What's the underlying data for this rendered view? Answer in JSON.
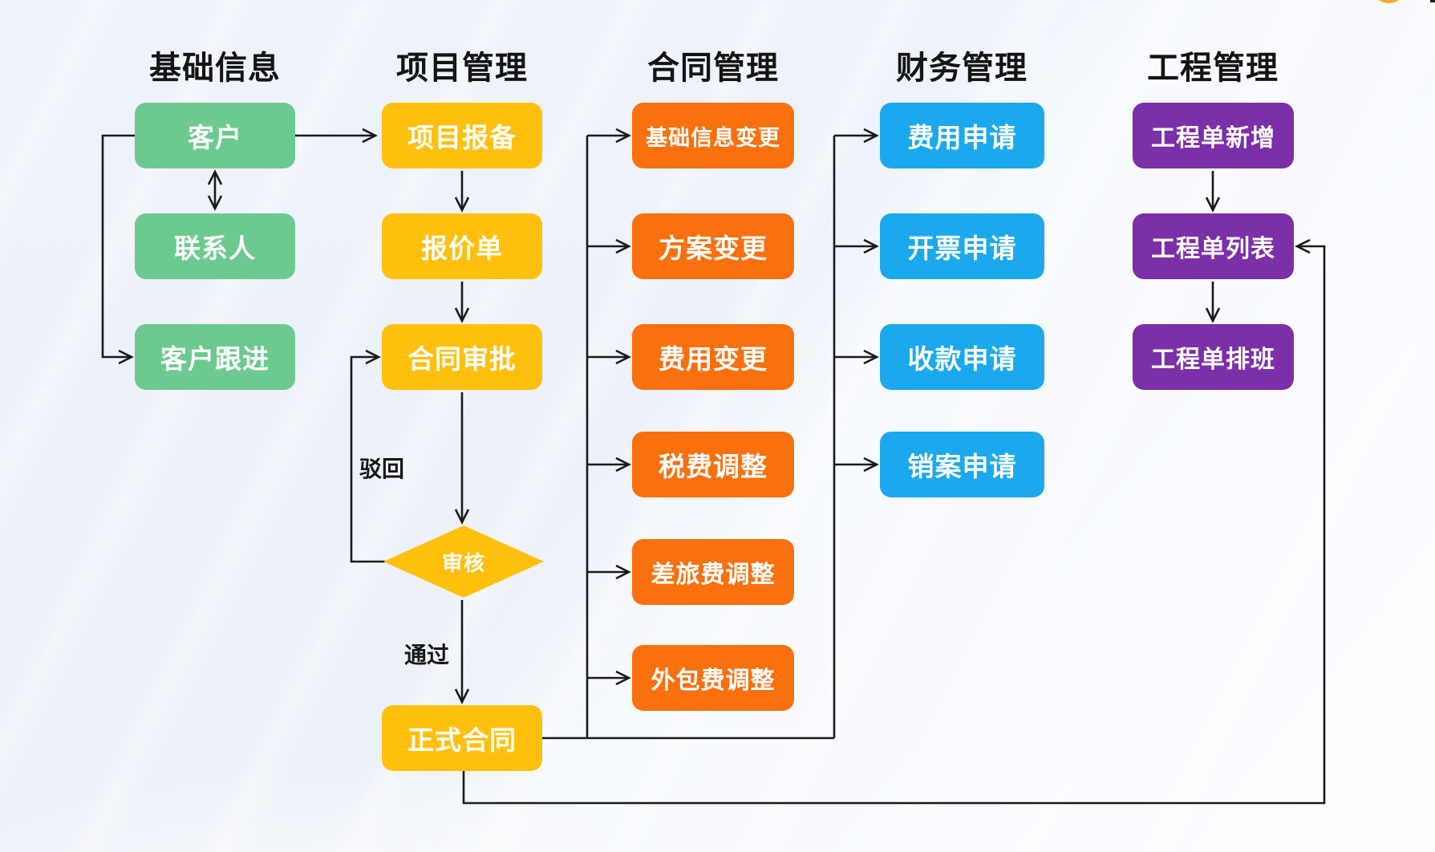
{
  "diagram": {
    "columns": [
      {
        "id": "basic-info",
        "title": "基础信息",
        "color": "#6cca8e",
        "boxes": [
          {
            "label": "客户"
          },
          {
            "label": "联系人"
          },
          {
            "label": "客户跟进"
          }
        ]
      },
      {
        "id": "project-mgmt",
        "title": "项目管理",
        "color": "#ffc00d",
        "boxes": [
          {
            "label": "项目报备"
          },
          {
            "label": "报价单"
          },
          {
            "label": "合同审批"
          },
          {
            "label": "审核",
            "shape": "diamond"
          },
          {
            "label": "正式合同"
          }
        ]
      },
      {
        "id": "contract-mgmt",
        "title": "合同管理",
        "color": "#f9700e",
        "boxes": [
          {
            "label": "基础信息变更"
          },
          {
            "label": "方案变更"
          },
          {
            "label": "费用变更"
          },
          {
            "label": "税费调整"
          },
          {
            "label": "差旅费调整"
          },
          {
            "label": "外包费调整"
          }
        ]
      },
      {
        "id": "finance-mgmt",
        "title": "财务管理",
        "color": "#1aa9ec",
        "boxes": [
          {
            "label": "费用申请"
          },
          {
            "label": "开票申请"
          },
          {
            "label": "收款申请"
          },
          {
            "label": "销案申请"
          }
        ]
      },
      {
        "id": "engineering-mgmt",
        "title": "工程管理",
        "color": "#7b2fa8",
        "boxes": [
          {
            "label": "工程单新增"
          },
          {
            "label": "工程单列表"
          },
          {
            "label": "工程单排班"
          }
        ]
      }
    ],
    "edge_labels": {
      "reject": "驳回",
      "pass": "通过"
    },
    "edges": [
      {
        "from": "客户",
        "to": "联系人",
        "bidirectional": true
      },
      {
        "from": "客户",
        "to": "项目报备"
      },
      {
        "from": "客户",
        "to": "客户跟进"
      },
      {
        "from": "项目报备",
        "to": "报价单"
      },
      {
        "from": "报价单",
        "to": "合同审批"
      },
      {
        "from": "合同审批",
        "to": "审核"
      },
      {
        "from": "审核",
        "to": "合同审批",
        "label": "驳回"
      },
      {
        "from": "审核",
        "to": "正式合同",
        "label": "通过"
      },
      {
        "from": "正式合同",
        "to": "基础信息变更"
      },
      {
        "from": "正式合同",
        "to": "方案变更"
      },
      {
        "from": "正式合同",
        "to": "费用变更"
      },
      {
        "from": "正式合同",
        "to": "税费调整"
      },
      {
        "from": "正式合同",
        "to": "差旅费调整"
      },
      {
        "from": "正式合同",
        "to": "外包费调整"
      },
      {
        "from": "正式合同",
        "to": "费用申请"
      },
      {
        "from": "正式合同",
        "to": "开票申请"
      },
      {
        "from": "正式合同",
        "to": "收款申请"
      },
      {
        "from": "正式合同",
        "to": "销案申请"
      },
      {
        "from": "正式合同",
        "to": "工程单列表"
      },
      {
        "from": "工程单新增",
        "to": "工程单列表"
      },
      {
        "from": "工程单列表",
        "to": "工程单排班"
      }
    ],
    "line_color": "#1a1a1a",
    "decor": {
      "top_right_circle_color": "#ffa727"
    }
  }
}
